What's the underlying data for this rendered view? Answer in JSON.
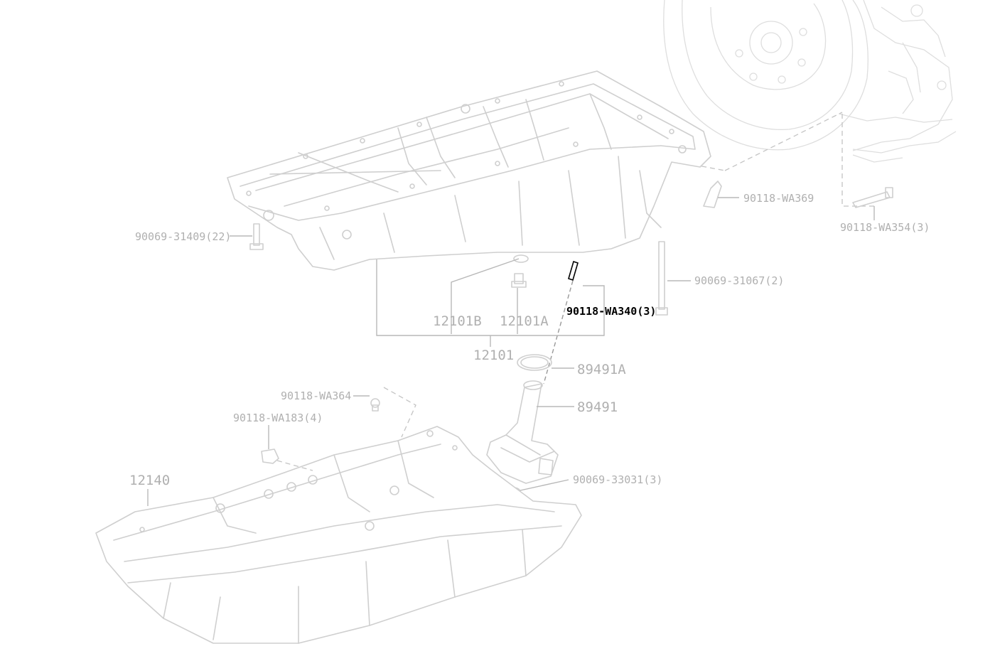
{
  "diagram": {
    "labels": {
      "p_90118_WA369": "90118-WA369",
      "p_90118_WA354": "90118-WA354(3)",
      "p_90069_31409": "90069-31409(22)",
      "p_90069_31067": "90069-31067(2)",
      "p_90118_WA340": "90118-WA340(3)",
      "p_12101B": "12101B",
      "p_12101A": "12101A",
      "p_12101": "12101",
      "p_89491A": "89491A",
      "p_89491": "89491",
      "p_90118_WA364": "90118-WA364",
      "p_90118_WA183": "90118-WA183(4)",
      "p_12140": "12140",
      "p_90069_33031": "90069-33031(3)"
    },
    "highlighted": "90118-WA340(3)",
    "colors": {
      "line": "#cfcfcf",
      "label": "#b0b0b0",
      "highlight": "#000000"
    }
  }
}
